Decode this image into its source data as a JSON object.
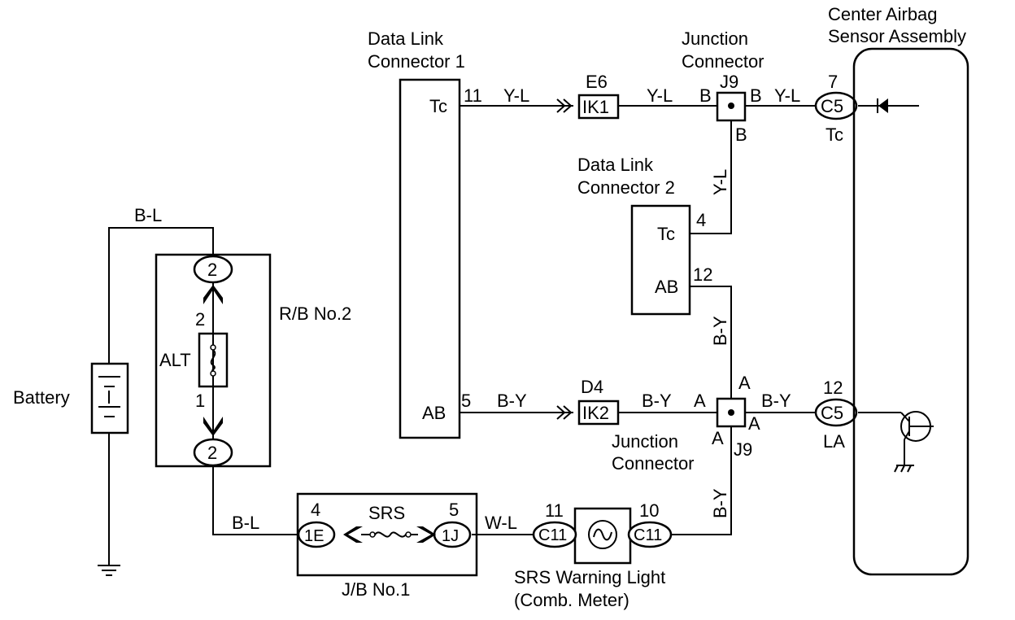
{
  "colors": {
    "line": "#000000",
    "background": "#ffffff"
  },
  "labels": {
    "dlc1_line1": "Data Link",
    "dlc1_line2": "Connector 1",
    "jc_top_line1": "Junction",
    "jc_top_line2": "Connector",
    "airbag_line1": "Center Airbag",
    "airbag_line2": "Sensor Assembly",
    "dlc2_line1": "Data Link",
    "dlc2_line2": "Connector 2",
    "jc_bot_line1": "Junction",
    "jc_bot_line2": "Connector",
    "battery": "Battery",
    "rb2": "R/B No.2",
    "alt": "ALT",
    "jb1": "J/B No.1",
    "srs": "SRS",
    "srs_light_line1": "SRS Warning Light",
    "srs_light_line2": "(Comb. Meter)"
  },
  "pins": {
    "tc": "Tc",
    "ab": "AB",
    "dlc1_tc_pin": "11",
    "dlc1_ab_pin": "5",
    "dlc2_tc_pin": "4",
    "dlc2_ab_pin": "12",
    "c5_top_pin": "7",
    "c5_bot_pin": "12",
    "la": "LA",
    "rb_top_pin": "2",
    "rb_bot_pin": "1",
    "jb_left_pin": "4",
    "jb_right_pin": "5",
    "c11_left_pin": "11",
    "c11_right_pin": "10"
  },
  "connectors": {
    "ik1": "IK1",
    "ik2": "IK2",
    "e6": "E6",
    "d4": "D4",
    "j9": "J9",
    "c5": "C5",
    "c11": "C11",
    "rb_conn": "2",
    "jb_1e": "1E",
    "jb_1j": "1J",
    "jc_b": "B",
    "jc_a": "A"
  },
  "wires": {
    "yl": "Y-L",
    "by": "B-Y",
    "bl": "B-L",
    "wl": "W-L"
  }
}
